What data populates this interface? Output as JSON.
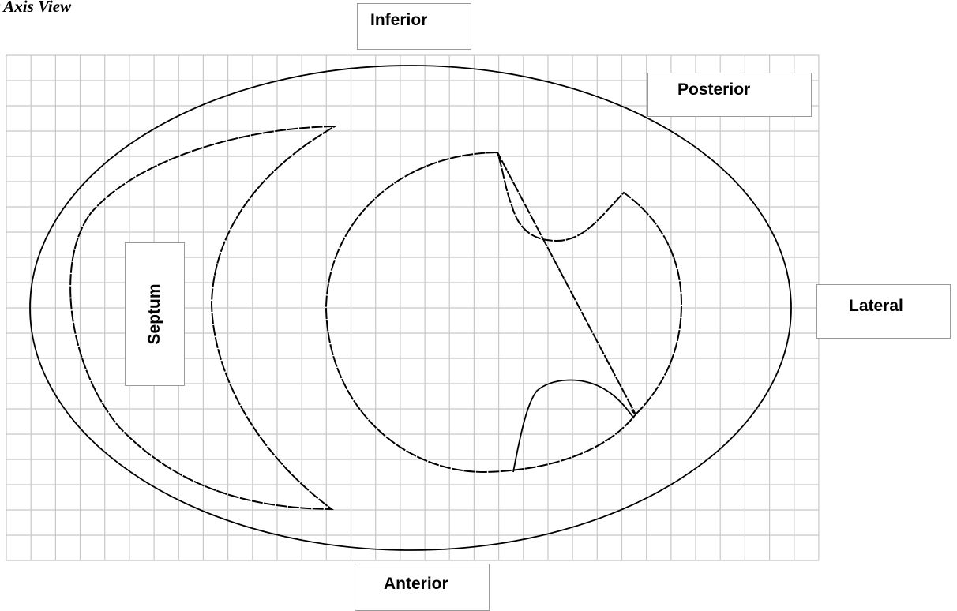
{
  "title": "t Axis View",
  "labels": {
    "inferior": "Inferior",
    "posterior": "Posterior",
    "lateral": "Lateral",
    "anterior": "Anterior",
    "septum": "Septum"
  },
  "colors": {
    "grid": "#c8c8c8",
    "outline": "#000000",
    "label_border": "#9a9a9a",
    "background": "#ffffff"
  }
}
